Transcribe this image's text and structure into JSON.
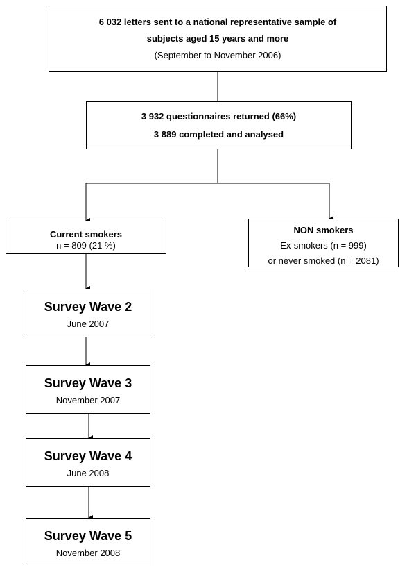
{
  "letters": {
    "line1": "6 032 letters sent to a national representative sample of",
    "line2": "subjects aged 15 years and more",
    "line3": "(September to November 2006)"
  },
  "questionnaires": {
    "line1": "3 932 questionnaires returned (66%)",
    "line2": "3 889 completed and analysed"
  },
  "current_smokers": {
    "title": "Current smokers",
    "count": "n = 809 (21 %)"
  },
  "non_smokers": {
    "title": "NON smokers",
    "ex": "Ex-smokers (n = 999)",
    "never": "or never smoked (n = 2081)"
  },
  "waves": [
    {
      "title": "Survey Wave 2",
      "date": "June 2007"
    },
    {
      "title": "Survey Wave 3",
      "date": "November 2007"
    },
    {
      "title": "Survey Wave 4",
      "date": "June 2008"
    },
    {
      "title": "Survey Wave 5",
      "date": "November 2008"
    }
  ]
}
